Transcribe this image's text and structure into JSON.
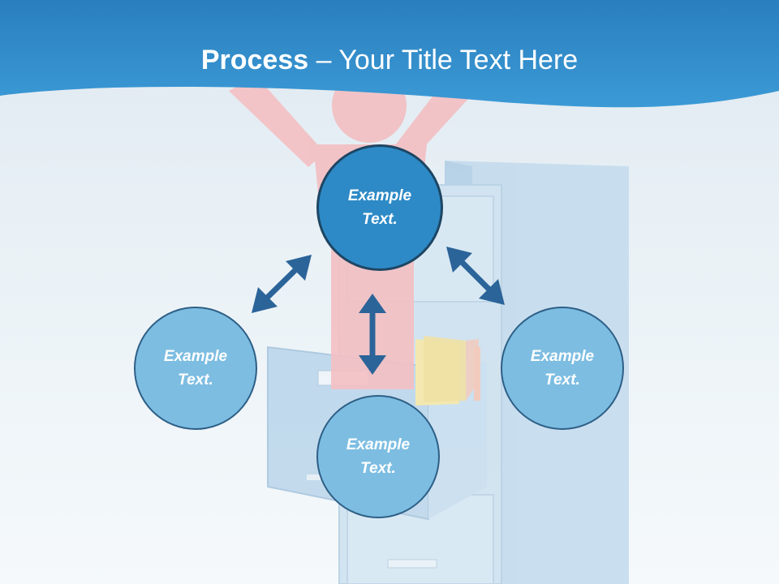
{
  "title": {
    "bold": "Process",
    "rest": " – Your Title Text Here"
  },
  "nodes": [
    {
      "id": "top",
      "line1": "Example",
      "line2": "Text."
    },
    {
      "id": "left",
      "line1": "Example",
      "line2": "Text."
    },
    {
      "id": "right",
      "line1": "Example",
      "line2": "Text."
    },
    {
      "id": "bottom",
      "line1": "Example",
      "line2": "Text."
    }
  ],
  "colors": {
    "header": "#2f8fcf",
    "center_node": "#2d8ac6",
    "outer_node": "#7dbde2",
    "arrow": "#2b6499",
    "node_border": "#2e5f86"
  },
  "icons": [
    "person-icon",
    "filing-cabinet-icon",
    "double-arrow-icon"
  ]
}
